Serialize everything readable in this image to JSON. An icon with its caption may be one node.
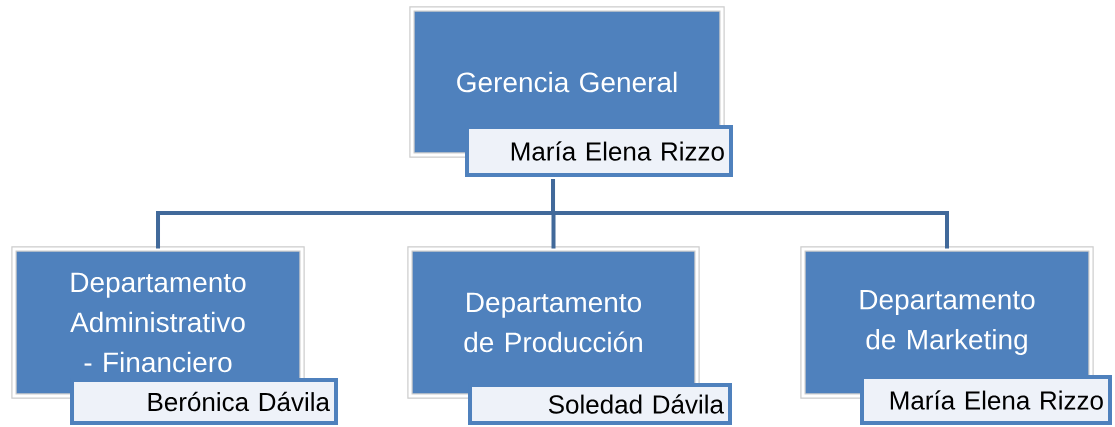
{
  "diagram": {
    "nodes": [
      {
        "text": [
          "Gerencia General",
          "María Elena Rizzo"
        ]
      },
      {
        "text": [
          "Departamento Administrativo - Financiero",
          "Berónica Dávila"
        ]
      },
      {
        "text": [
          "Departamento de Producción",
          "Soledad Dávila"
        ]
      },
      {
        "text": [
          "Departamento de Marketing",
          "María Elena Rizzo"
        ]
      }
    ],
    "edges": [
      {
        "from": 0,
        "to": 1,
        "arrow": "none"
      },
      {
        "from": 0,
        "to": 2,
        "arrow": "none"
      },
      {
        "from": 0,
        "to": 3,
        "arrow": "none"
      }
    ]
  }
}
